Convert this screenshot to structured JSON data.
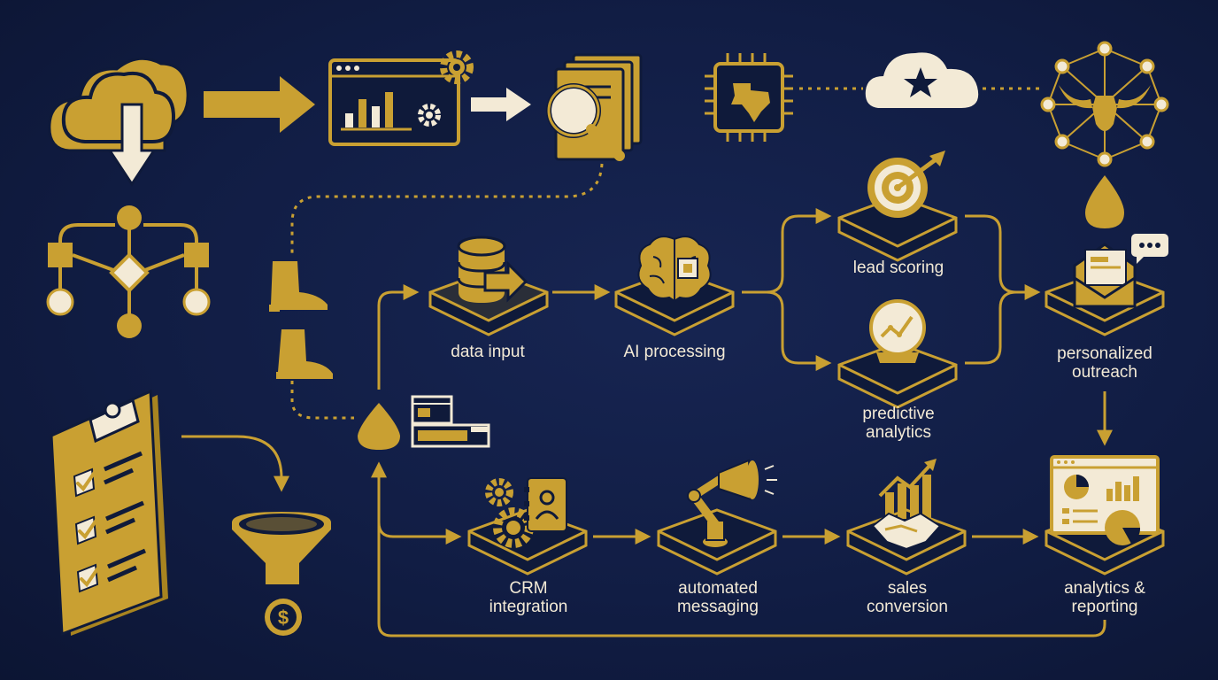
{
  "colors": {
    "background": "#111d44",
    "gold": "#c9a032",
    "cream": "#f3ead6",
    "label": "#f3ead6"
  },
  "nodes": {
    "data_input": "data input",
    "ai_processing": "AI processing",
    "lead_scoring": "lead scoring",
    "predictive_line1": "predictive",
    "predictive_line2": "analytics",
    "outreach_line1": "personalized",
    "outreach_line2": "outreach",
    "crm_line1": "CRM",
    "crm_line2": "integration",
    "messaging_line1": "automated",
    "messaging_line2": "messaging",
    "sales_line1": "sales",
    "sales_line2": "conversion",
    "analytics_line1": "analytics &",
    "analytics_line2": "reporting"
  },
  "icons": [
    "cloud-download-icon",
    "dashboard-gear-icon",
    "document-search-icon",
    "texas-chip-icon",
    "star-cloud-icon",
    "longhorn-network-icon",
    "flowchart-icon",
    "cowboy-boot-icon",
    "clipboard-checklist-icon",
    "funnel-icon",
    "dollar-coin-icon",
    "guitar-pick-icon",
    "database-arrow-icon",
    "brain-chip-icon",
    "target-icon",
    "crystal-ball-icon",
    "envelope-chat-icon",
    "gears-contact-icon",
    "robot-megaphone-icon",
    "handshake-chart-icon",
    "report-charts-icon"
  ]
}
